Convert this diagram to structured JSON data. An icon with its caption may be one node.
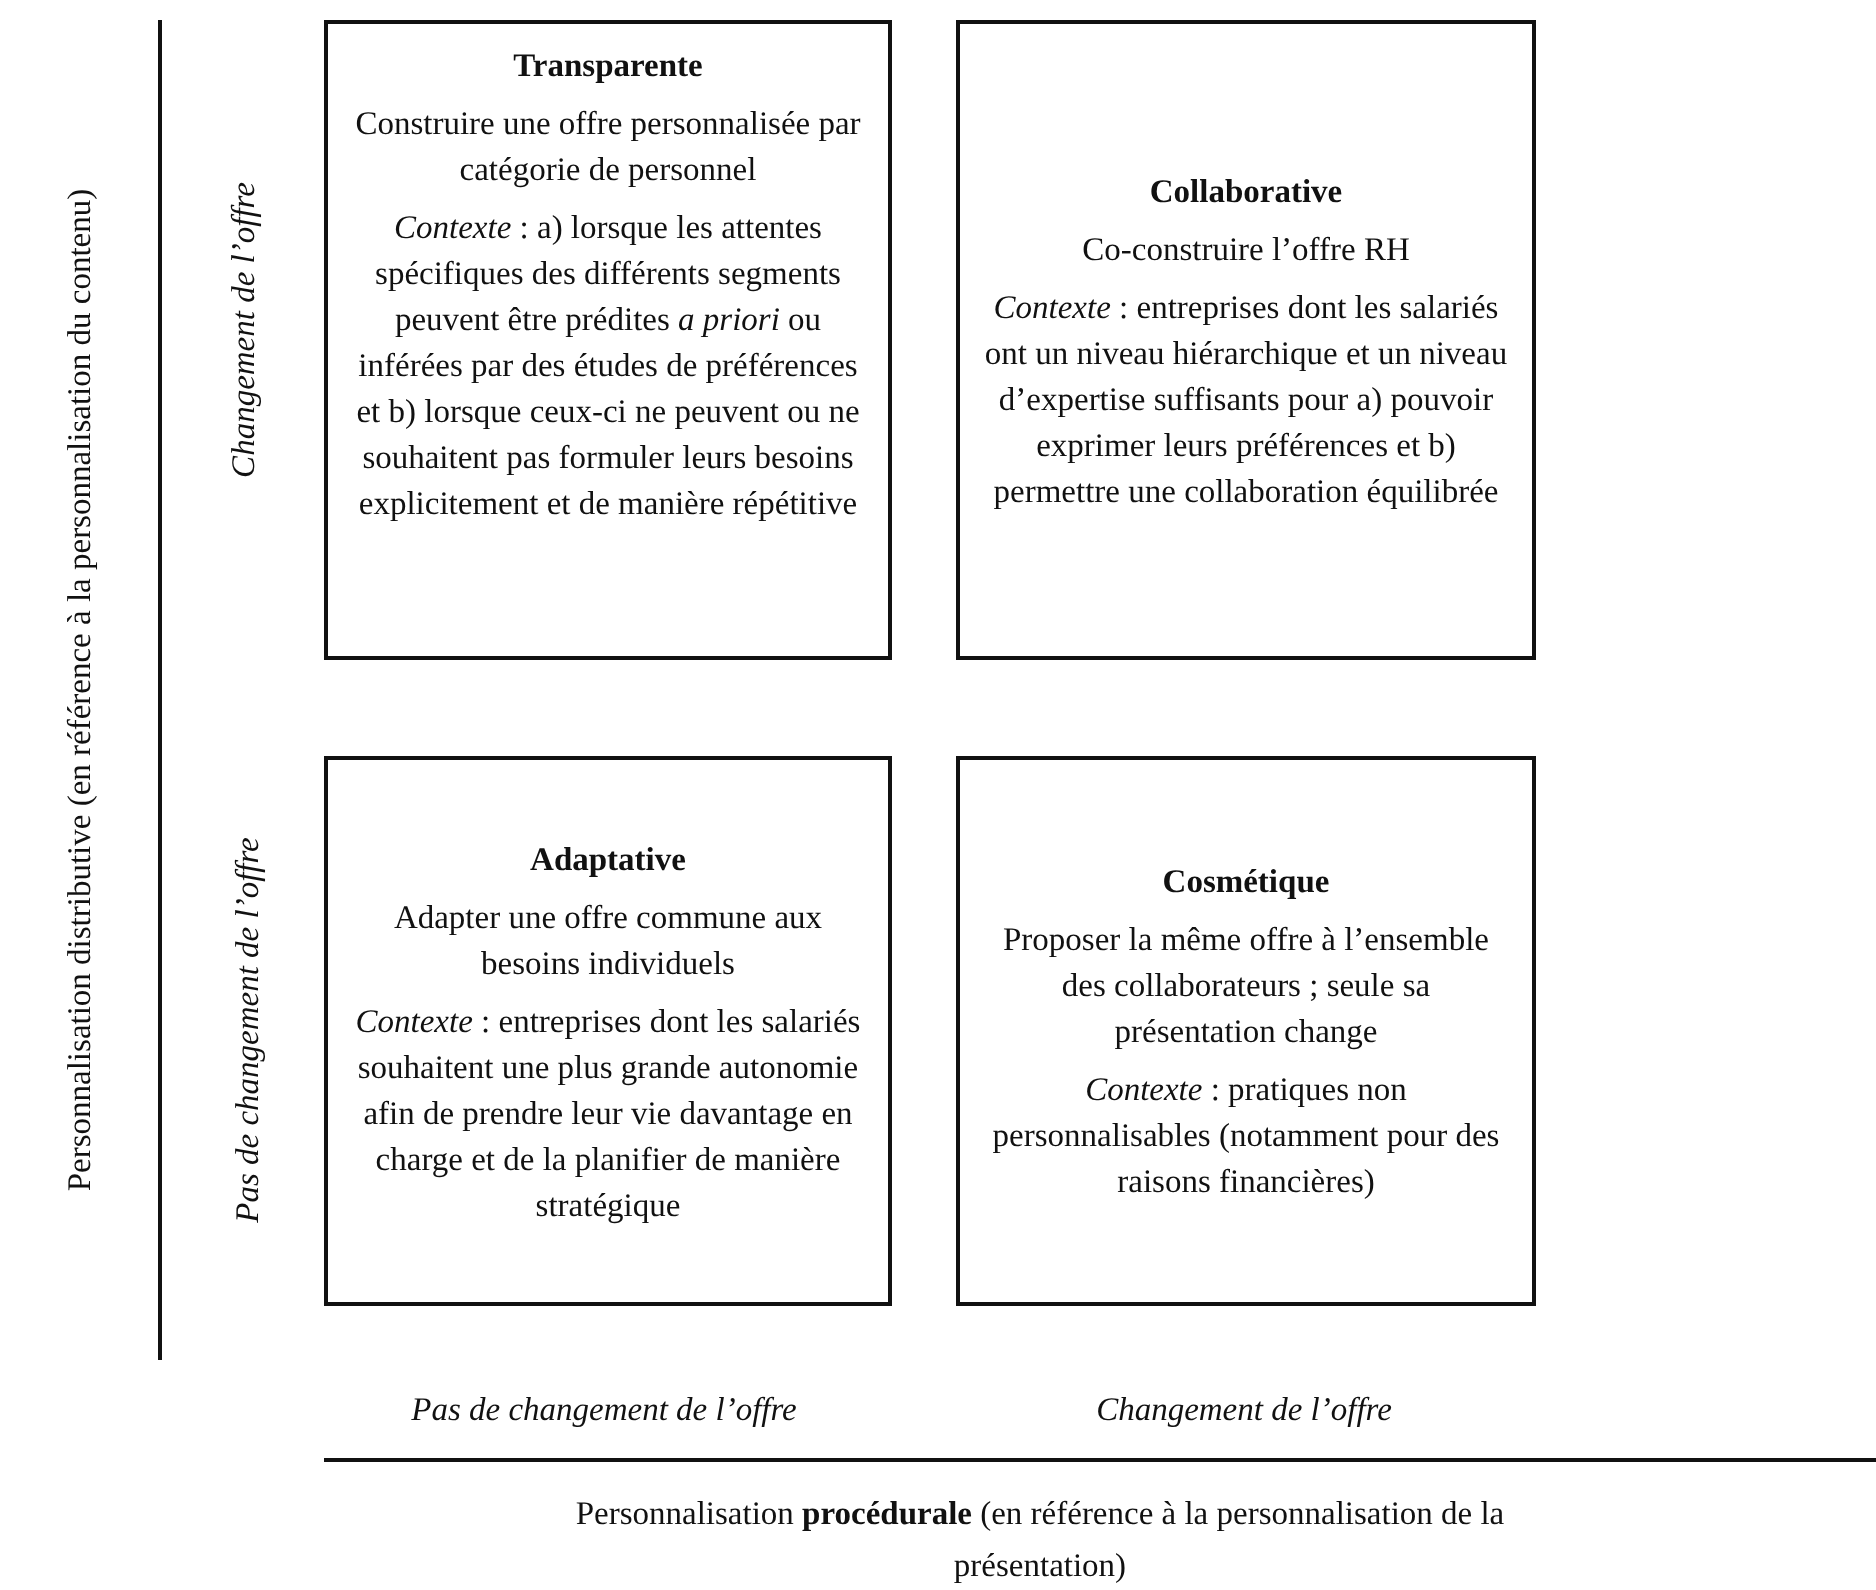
{
  "diagram": {
    "nodes": [
      {
        "text": [
          "Transparente",
          "Construire une offre personnalisée par catégorie de personnel",
          "*Contexte* : a) lorsque les attentes spécifiques des différents segments peuvent être prédites *a priori* ou inférées par des études de préférences et b) lorsque ceux-ci ne peuvent ou ne souhaitent pas formuler leurs besoins explicitement et de manière répétitive"
        ]
      },
      {
        "text": [
          "Collaborative",
          "Co-construire l’offre RH",
          "*Contexte* : entreprises dont les salariés ont un niveau hiérarchique et un niveau d’expertise suffisants pour a) pouvoir exprimer leurs préférences et b) permettre une collaboration équilibrée"
        ]
      },
      {
        "text": [
          "Adaptative",
          "Adapter une offre commune aux besoins individuels",
          "*Contexte* : entreprises dont les salariés souhaitent une plus grande autonomie afin de prendre leur vie davantage en charge et de la planifier de manière stratégique"
        ]
      },
      {
        "text": [
          "Cosmétique",
          "Proposer la même offre à l’ensemble des collaborateurs ; seule sa présentation change",
          "*Contexte* : pratiques non personnalisables (notamment pour des raisons financières)"
        ]
      }
    ],
    "labels": [
      "Personnalisation distributive (en référence à la personnalisation du contenu)",
      "Changement de l’offre",
      "Pas de changement de l’offre",
      "Pas de changement de l’offre",
      "Changement de l’offre",
      "Personnalisation **procédurale** (en référence à la personnalisation de la présentation)"
    ]
  }
}
